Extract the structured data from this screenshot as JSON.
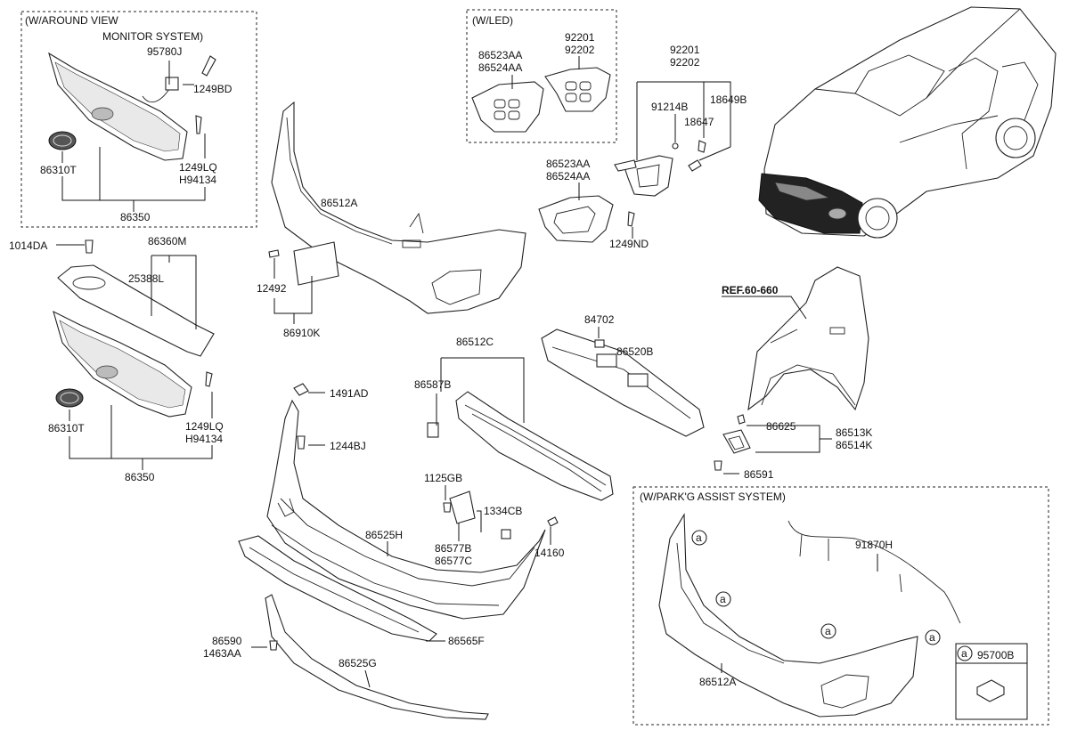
{
  "boxes": {
    "around_view_title_1": "(W/AROUND VIEW",
    "around_view_title_2": "MONITOR SYSTEM)",
    "led_title": "(W/LED)",
    "park_assist_title": "(W/PARK'G ASSIST SYSTEM)"
  },
  "labels": {
    "p95780J": "95780J",
    "p1249BD": "1249BD",
    "p86310T_a": "86310T",
    "p1249LQ_a": "1249LQ",
    "pH94134_a": "H94134",
    "p86350_a": "86350",
    "p86523AA_a": "86523AA",
    "p86524AA_a": "86524AA",
    "p92201_a": "92201",
    "p92202_a": "92202",
    "p92201_b": "92201",
    "p92202_b": "92202",
    "p91214B": "91214B",
    "p18647": "18647",
    "p18649B": "18649B",
    "p86523AA_b": "86523AA",
    "p86524AA_b": "86524AA",
    "p1249ND": "1249ND",
    "p86512A_a": "86512A",
    "p12492": "12492",
    "p86910K": "86910K",
    "p1014DA": "1014DA",
    "p86360M": "86360M",
    "p25388L": "25388L",
    "p86310T_b": "86310T",
    "p1249LQ_b": "1249LQ",
    "pH94134_b": "H94134",
    "p86350_b": "86350",
    "pREF": "REF.60-660",
    "p84702": "84702",
    "p86520B": "86520B",
    "p86512C": "86512C",
    "p86587B": "86587B",
    "p1491AD": "1491AD",
    "p1244BJ": "1244BJ",
    "p86625": "86625",
    "p86513K": "86513K",
    "p86514K": "86514K",
    "p86591": "86591",
    "p1125GB": "1125GB",
    "p1334CB": "1334CB",
    "p86577B": "86577B",
    "p86577C": "86577C",
    "p14160": "14160",
    "p86525H": "86525H",
    "p86565F": "86565F",
    "p86590": "86590",
    "p1463AA": "1463AA",
    "p86525G": "86525G",
    "p91870H": "91870H",
    "p86512A_b": "86512A",
    "p95700B": "95700B",
    "callout_a": "a"
  }
}
